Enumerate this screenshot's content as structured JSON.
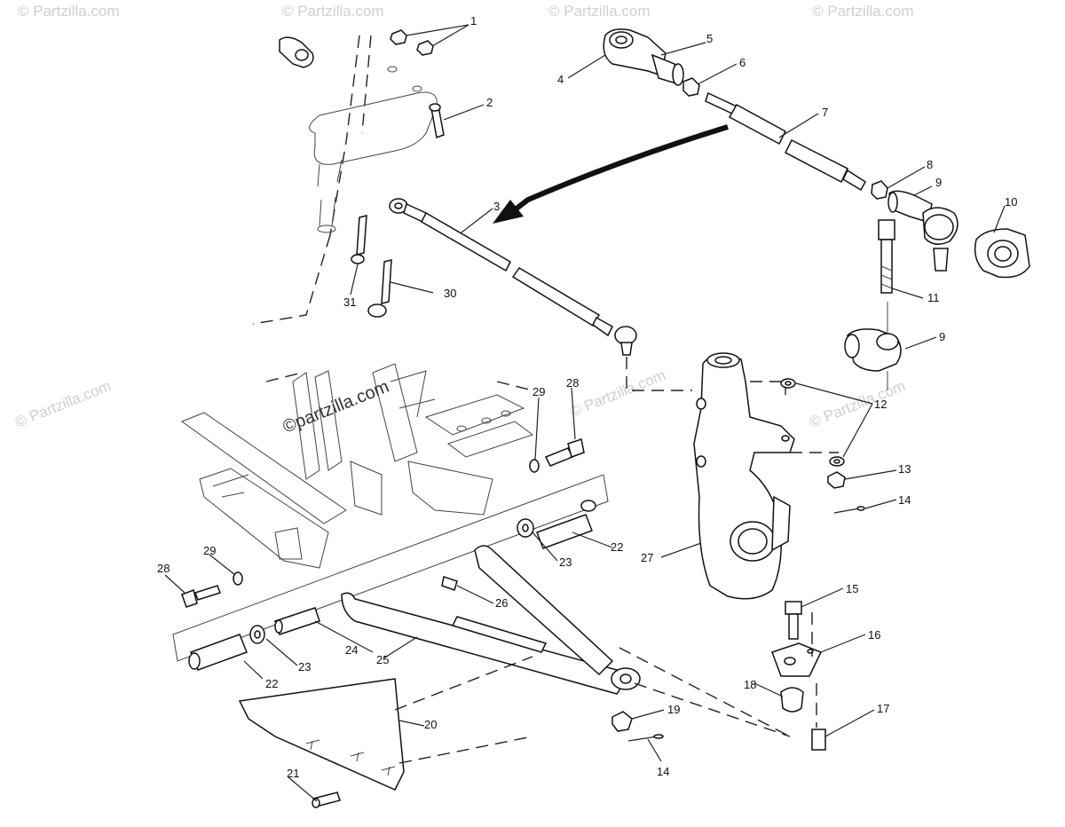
{
  "watermarks": {
    "site_text": "© Partzilla.com",
    "center_text": "©partzilla.com"
  },
  "callouts": [
    "1",
    "2",
    "3",
    "4",
    "5",
    "6",
    "7",
    "8",
    "9",
    "10",
    "11",
    "9",
    "12",
    "13",
    "14",
    "15",
    "16",
    "17",
    "18",
    "19",
    "14",
    "20",
    "21",
    "22",
    "23",
    "24",
    "25",
    "26",
    "27",
    "22",
    "23",
    "28",
    "29",
    "28",
    "29",
    "30",
    "31"
  ]
}
